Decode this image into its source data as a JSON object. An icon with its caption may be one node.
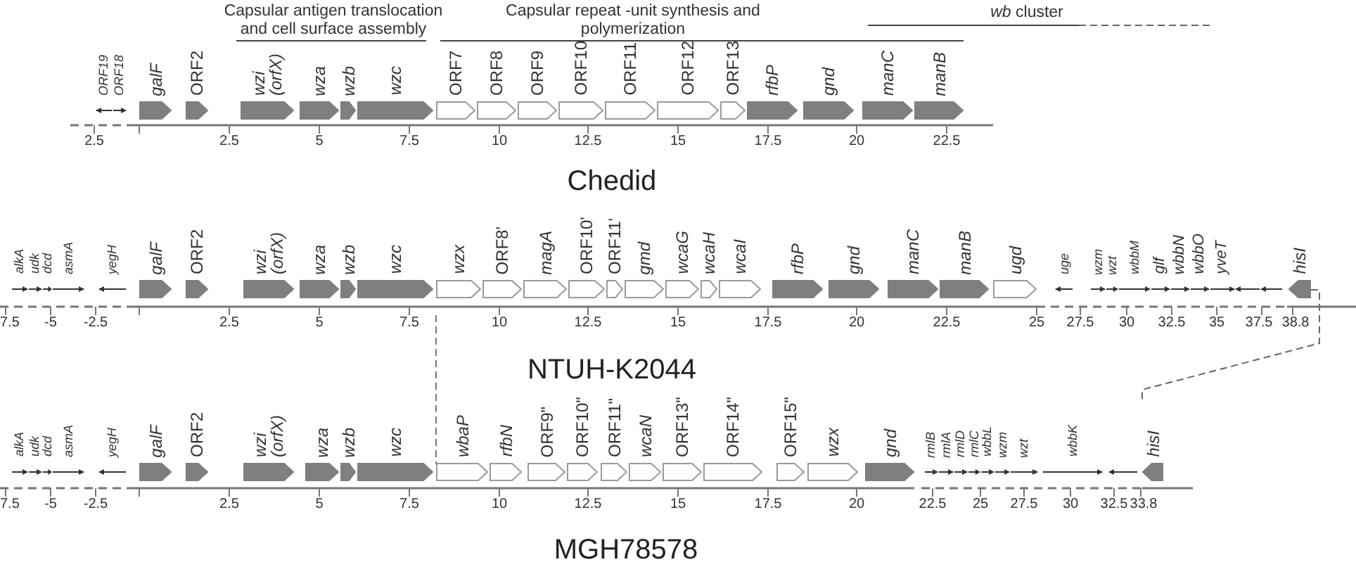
{
  "diagram": {
    "nodes": [
      {
        "text": [
          "ORF19"
        ]
      },
      {
        "text": [
          "ORF18"
        ]
      },
      {
        "text": [
          "galF"
        ]
      },
      {
        "text": [
          "ORF2"
        ]
      },
      {
        "text": [
          "wzi (orfX)"
        ]
      },
      {
        "text": [
          "wza"
        ]
      },
      {
        "text": [
          "wzb"
        ]
      },
      {
        "text": [
          "wzc"
        ]
      },
      {
        "text": [
          "ORF7"
        ]
      },
      {
        "text": [
          "ORF8"
        ]
      },
      {
        "text": [
          "ORF9"
        ]
      },
      {
        "text": [
          "ORF10"
        ]
      },
      {
        "text": [
          "ORF11"
        ]
      },
      {
        "text": [
          "ORF12"
        ]
      },
      {
        "text": [
          "ORF13"
        ]
      },
      {
        "text": [
          "rfbP"
        ]
      },
      {
        "text": [
          "gnd"
        ]
      },
      {
        "text": [
          "manC"
        ]
      },
      {
        "text": [
          "manB"
        ]
      },
      {
        "text": [
          "alkA"
        ]
      },
      {
        "text": [
          "udk"
        ]
      },
      {
        "text": [
          "dcd"
        ]
      },
      {
        "text": [
          "asmA"
        ]
      },
      {
        "text": [
          "yegH"
        ]
      },
      {
        "text": [
          "galF"
        ]
      },
      {
        "text": [
          "ORF2"
        ]
      },
      {
        "text": [
          "wzi (orfX)"
        ]
      },
      {
        "text": [
          "wza"
        ]
      },
      {
        "text": [
          "wzb"
        ]
      },
      {
        "text": [
          "wzc"
        ]
      },
      {
        "text": [
          "wzx"
        ]
      },
      {
        "text": [
          "ORF8'"
        ]
      },
      {
        "text": [
          "magA"
        ]
      },
      {
        "text": [
          "ORF10'"
        ]
      },
      {
        "text": [
          "ORF11'"
        ]
      },
      {
        "text": [
          "gmd"
        ]
      },
      {
        "text": [
          "wcaG"
        ]
      },
      {
        "text": [
          "wcaH"
        ]
      },
      {
        "text": [
          "wcaI"
        ]
      },
      {
        "text": [
          "rfbP"
        ]
      },
      {
        "text": [
          "gnd"
        ]
      },
      {
        "text": [
          "manC"
        ]
      },
      {
        "text": [
          "manB"
        ]
      },
      {
        "text": [
          "ugd"
        ]
      },
      {
        "text": [
          "uge"
        ]
      },
      {
        "text": [
          "wzm"
        ]
      },
      {
        "text": [
          "wzt"
        ]
      },
      {
        "text": [
          "wbbM"
        ]
      },
      {
        "text": [
          "glf"
        ]
      },
      {
        "text": [
          "wbbN"
        ]
      },
      {
        "text": [
          "wbbO"
        ]
      },
      {
        "text": [
          "yveT"
        ]
      },
      {
        "text": [],
        "shape": "arrow"
      },
      {
        "text": [],
        "shape": "arrow"
      },
      {
        "text": [
          "hisI"
        ]
      },
      {
        "text": [
          "alkA"
        ]
      },
      {
        "text": [
          "udk"
        ]
      },
      {
        "text": [
          "dcd"
        ]
      },
      {
        "text": [
          "asmA"
        ]
      },
      {
        "text": [
          "yegH"
        ]
      },
      {
        "text": [
          "galF"
        ]
      },
      {
        "text": [
          "ORF2"
        ]
      },
      {
        "text": [
          "wzi (orfX)"
        ]
      },
      {
        "text": [
          "wza"
        ]
      },
      {
        "text": [
          "wzb"
        ]
      },
      {
        "text": [
          "wzc"
        ]
      },
      {
        "text": [
          "wbaP"
        ]
      },
      {
        "text": [
          "rfbN"
        ]
      },
      {
        "text": [
          "ORF9\""
        ]
      },
      {
        "text": [
          "ORF10\""
        ]
      },
      {
        "text": [
          "ORF11\""
        ]
      },
      {
        "text": [
          "wcaN"
        ]
      },
      {
        "text": [
          "ORF13\""
        ]
      },
      {
        "text": [
          "ORF14\""
        ]
      },
      {
        "text": [
          "ORF15\""
        ]
      },
      {
        "text": [
          "wzx"
        ]
      },
      {
        "text": [
          "gnd"
        ]
      },
      {
        "text": [
          "rmlB"
        ]
      },
      {
        "text": [
          "rmlA"
        ]
      },
      {
        "text": [
          "rmlD"
        ]
      },
      {
        "text": [
          "rmlC"
        ]
      },
      {
        "text": [
          "wbbL"
        ]
      },
      {
        "text": [
          "wzm"
        ]
      },
      {
        "text": [
          "wzt"
        ]
      },
      {
        "text": [
          "wbbK"
        ]
      },
      {
        "text": [],
        "shape": "arrow"
      },
      {
        "text": [
          "hisI"
        ]
      }
    ],
    "edges": [
      {
        "from": 54,
        "to": 86,
        "arrow": "none",
        "style": "dashed"
      }
    ],
    "labels": [
      "Capsular antigen translocation and cell surface assembly",
      "Capsular repeat -unit synthesis and polymerization",
      "*wb* cluster",
      "2.5",
      "2.5",
      "5",
      "7.5",
      "10",
      "12.5",
      "15",
      "17.5",
      "20",
      "22.5",
      "Chedid",
      "7.5",
      "-5",
      "-2.5",
      "2.5",
      "5",
      "7.5",
      "10",
      "12.5",
      "15",
      "17.5",
      "20",
      "22.5",
      "25",
      "27.5",
      "30",
      "32.5",
      "35",
      "37.5",
      "38.8",
      "NTUH-K2044",
      "7.5",
      "-5",
      "-2.5",
      "2.5",
      "5",
      "7.5",
      "10",
      "12.5",
      "15",
      "17.5",
      "20",
      "22.5",
      "25",
      "27.5",
      "30",
      "32.5",
      "33.8",
      "MGH78578"
    ]
  }
}
